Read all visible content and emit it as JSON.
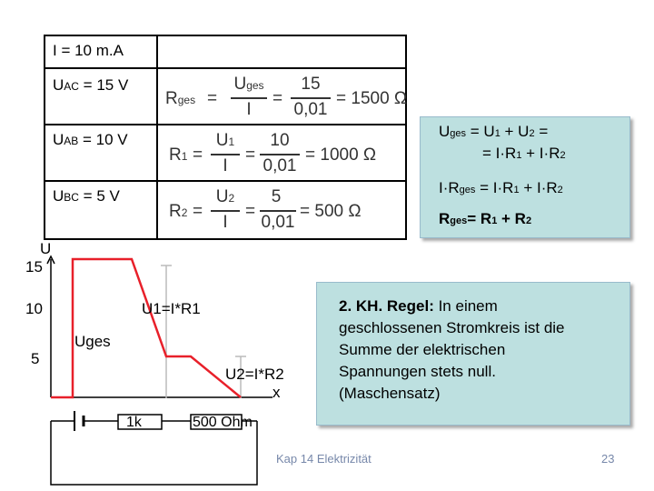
{
  "table": {
    "row1_label": "I =  10 m.A",
    "row2_label_pre": "U",
    "row2_label_sub": "AC",
    "row2_label_post": " = 15 V",
    "row3_label_pre": "U",
    "row3_label_sub": "AB",
    "row3_label_post": " = 10 V",
    "row4_label_pre": "U",
    "row4_label_sub": "BC",
    "row4_label_post": " =  5 V",
    "f1_lhs": "R",
    "f1_lhs_sub": "ges",
    "f1_num1": "U",
    "f1_num1_sub": "ges",
    "f1_den1": "I",
    "f1_num2": "15",
    "f1_den2": "0,01",
    "f1_result": "= 1500 Ω",
    "f2_lhs": "R",
    "f2_lhs_sub": "1",
    "f2_num1": "U",
    "f2_num1_sub": "1",
    "f2_den1": "I",
    "f2_num2": "10",
    "f2_den2": "0,01",
    "f2_result": "= 1000 Ω",
    "f3_lhs": "R",
    "f3_lhs_sub": "2",
    "f3_num1": "U",
    "f3_num1_sub": "2",
    "f3_den1": "I",
    "f3_num2": "5",
    "f3_den2": "0,01",
    "f3_result": "= 500 Ω",
    "eq": "="
  },
  "box1": {
    "line1_pre": "U",
    "line1_sub": "ges",
    "line1_post": "  = U",
    "line1_s1": "1",
    "line1_mid": " + U",
    "line1_s2": "2",
    "line1_end": " =",
    "line2_a": "=  I·R",
    "line2_s1": "1",
    "line2_b": " + I·R",
    "line2_s2": "2",
    "line3_a": "I·R",
    "line3_sub": "ges",
    "line3_b": " = I·R",
    "line3_s1": "1",
    "line3_c": " + I·R",
    "line3_s2": "2",
    "line4_a": "R",
    "line4_sub": "ges",
    "line4_b": "= R",
    "line4_s1": "1",
    "line4_c": " + R",
    "line4_s2": "2"
  },
  "box2": {
    "title": "2. KH. Regel:",
    "line1_rest": " In einem",
    "line2": "geschlossenen Stromkreis ist die",
    "line3": "Summe der elektrischen",
    "line4": "Spannungen stets null.",
    "line5": "(Maschensatz)"
  },
  "plot": {
    "axis_u": "U",
    "tick_15": "15",
    "tick_10": "10",
    "tick_5": "5",
    "axis_x": "x",
    "label_uges": "Uges",
    "label_u1": "U1=I*R1",
    "label_u2": "U2=I*R2",
    "res1": "1k",
    "res2": "500 Ohm",
    "curve_color": "#e8202a"
  },
  "footer": {
    "title": "Kap 14 Elektrizität",
    "page": "23"
  }
}
